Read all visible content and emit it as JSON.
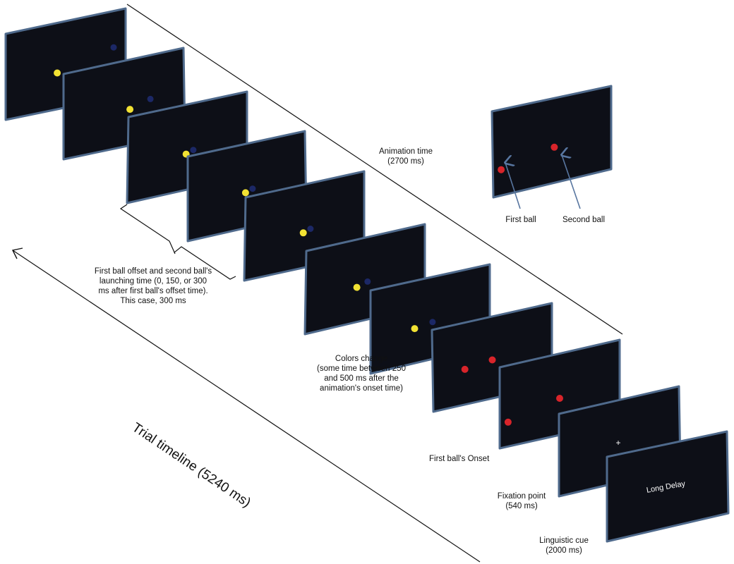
{
  "colors": {
    "screen_fill": "#0d0f17",
    "screen_border": "#4f6a8c",
    "yellow_ball": "#f2e233",
    "blue_ball": "#1c2866",
    "red_ball": "#d8242a",
    "arrow_blue": "#5876a0",
    "line": "#111111"
  },
  "labels": {
    "animation_time_line1": "Animation time",
    "animation_time_line2": "(2700 ms)",
    "first_ball": "First ball",
    "second_ball": "Second ball",
    "offset_line1": "First ball offset and second ball's",
    "offset_line2": "launching time (0, 150, or 300",
    "offset_line3": "ms after first ball's offset time).",
    "offset_line4": "This case, 300 ms",
    "colors_change_line1": "Colors change",
    "colors_change_line2": "(some time between 250",
    "colors_change_line3": "and 500 ms after the",
    "colors_change_line4": "animation's onset time)",
    "first_ball_onset": "First ball's Onset",
    "fixation_line1": "Fixation point",
    "fixation_line2": "(540 ms)",
    "cue_line1": "Linguistic cue",
    "cue_line2": "(2000 ms)",
    "timeline_title": "Trial timeline (5240 ms)",
    "cue_screen_text": "Long Delay",
    "fixation_symbol": "+"
  },
  "screens": [
    {
      "name": "screen-anim-1",
      "balls": [
        {
          "color": "yellow",
          "u": 0.43,
          "v": 0.58
        },
        {
          "color": "blue",
          "u": 0.9,
          "v": 0.42
        }
      ]
    },
    {
      "name": "screen-anim-2",
      "balls": [
        {
          "color": "yellow",
          "u": 0.55,
          "v": 0.58
        },
        {
          "color": "blue",
          "u": 0.72,
          "v": 0.51
        }
      ]
    },
    {
      "name": "screen-anim-3",
      "balls": [
        {
          "color": "yellow",
          "u": 0.49,
          "v": 0.58
        },
        {
          "color": "blue",
          "u": 0.55,
          "v": 0.55
        }
      ]
    },
    {
      "name": "screen-anim-4",
      "balls": [
        {
          "color": "yellow",
          "u": 0.49,
          "v": 0.58
        },
        {
          "color": "blue",
          "u": 0.55,
          "v": 0.55
        }
      ]
    },
    {
      "name": "screen-anim-5",
      "balls": [
        {
          "color": "yellow",
          "u": 0.49,
          "v": 0.58
        },
        {
          "color": "blue",
          "u": 0.55,
          "v": 0.55
        }
      ]
    },
    {
      "name": "screen-anim-6",
      "balls": [
        {
          "color": "yellow",
          "u": 0.43,
          "v": 0.58
        },
        {
          "color": "blue",
          "u": 0.52,
          "v": 0.54
        }
      ]
    },
    {
      "name": "screen-anim-7",
      "balls": [
        {
          "color": "yellow",
          "u": 0.37,
          "v": 0.58
        },
        {
          "color": "blue",
          "u": 0.52,
          "v": 0.55
        }
      ]
    },
    {
      "name": "screen-color-change",
      "balls": [
        {
          "color": "red",
          "u": 0.27,
          "v": 0.57
        },
        {
          "color": "red",
          "u": 0.5,
          "v": 0.53
        }
      ]
    },
    {
      "name": "screen-first-ball-onset",
      "balls": [
        {
          "color": "red",
          "u": 0.07,
          "v": 0.7
        },
        {
          "color": "red",
          "u": 0.5,
          "v": 0.55
        }
      ]
    },
    {
      "name": "screen-fixation",
      "balls": []
    },
    {
      "name": "screen-linguistic-cue",
      "balls": []
    },
    {
      "name": "screen-example",
      "balls": [
        {
          "color": "red",
          "u": 0.07,
          "v": 0.7
        },
        {
          "color": "red",
          "u": 0.52,
          "v": 0.58
        }
      ]
    }
  ]
}
